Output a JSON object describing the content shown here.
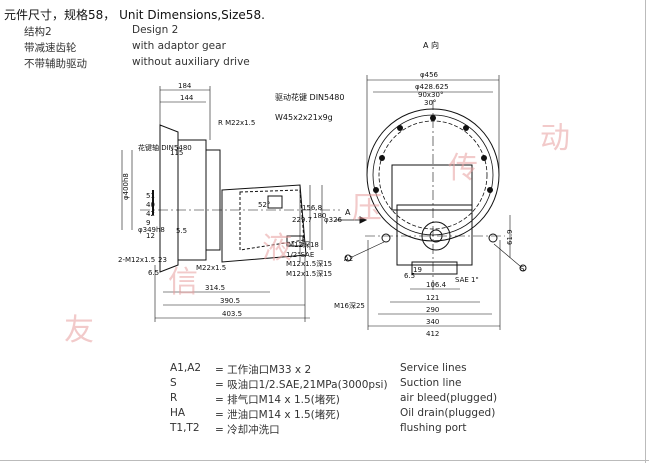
{
  "header": {
    "title": "元件尺寸，规格58， Unit Dimensions,Size58.",
    "rows": [
      {
        "cn": "结构2",
        "en": "Design 2"
      },
      {
        "cn": "带减速齿轮",
        "en": "with adaptor gear"
      },
      {
        "cn": "不带辅助驱动",
        "en": "without auxiliary drive"
      }
    ]
  },
  "drawing": {
    "view_label": "A 向",
    "spline_text": "驱动花键 DIN5480",
    "spline_size": "W45x2x21x9g",
    "arrow_label": "A",
    "side_labels": {
      "r_thread": "R M22x1.5",
      "flange": "花键轴\nDIN5480",
      "d_outer": "φ400h8",
      "d_bolt": "φ349h8",
      "holes_2": "2-M12x1.5",
      "m22": "M22x1.5",
      "m12_a": "M12深18",
      "m12_b": "M12x1.5深15",
      "m12_c": "M12x1.5深15",
      "sae": "1/2\"SAE"
    },
    "side_dims": [
      "184",
      "144",
      "115",
      "51",
      "40",
      "42",
      "9",
      "12",
      "23",
      "6.5",
      "314.5",
      "390.5",
      "403.5",
      "229.7",
      "156.8",
      "180",
      "φ326",
      "52°",
      "5.5"
    ],
    "front_dims": [
      "φ456",
      "φ428.625",
      "90x30°",
      "30°",
      "61.9",
      "121",
      "290",
      "340",
      "412",
      "106.4",
      "6.5",
      "19",
      "A2",
      "S",
      "M16深25",
      "SAE 1\""
    ]
  },
  "legend": [
    {
      "code": "A1,A2",
      "desc": "= 工作油口M33 x 2",
      "en": "Service lines"
    },
    {
      "code": "S",
      "desc": "= 吸油口1/2.SAE,21MPa(3000psi)",
      "en": "Suction line"
    },
    {
      "code": "R",
      "desc": "= 排气口M14 x 1.5(堵死)",
      "en": "air bleed(plugged)"
    },
    {
      "code": "HA",
      "desc": "= 泄油口M14 x 1.5(堵死)",
      "en": "Oil drain(plugged)"
    },
    {
      "code": "T1,T2",
      "desc": "= 冷却冲洗口",
      "en": "flushing port"
    }
  ],
  "watermark": [
    "友",
    "信",
    "液",
    "压",
    "传",
    "动"
  ]
}
